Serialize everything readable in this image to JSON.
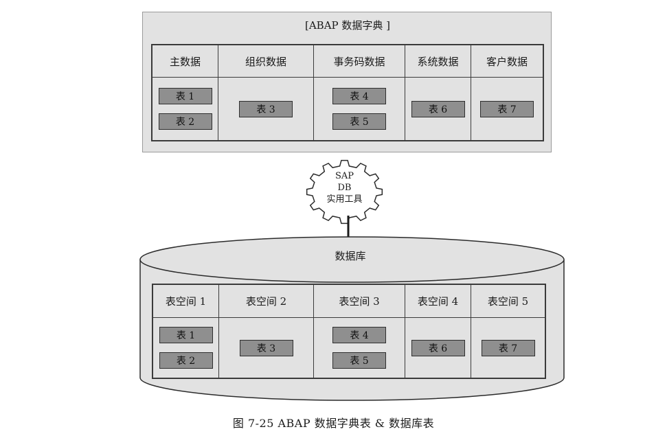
{
  "dictionary": {
    "title": "[ABAP 数据字典 ]",
    "columns": [
      {
        "header": "主数据",
        "tables": [
          "表 1",
          "表 2"
        ]
      },
      {
        "header": "组织数据",
        "tables": [
          "表 3"
        ]
      },
      {
        "header": "事务码数据",
        "tables": [
          "表 4",
          "表 5"
        ]
      },
      {
        "header": "系统数据",
        "tables": [
          "表 6"
        ]
      },
      {
        "header": "客户数据",
        "tables": [
          "表 7"
        ]
      }
    ]
  },
  "utility": {
    "line1": "SAP",
    "line2": "DB",
    "line3": "实用工具"
  },
  "database": {
    "label": "数据库",
    "columns": [
      {
        "header": "表空间 1",
        "tables": [
          "表 1",
          "表 2"
        ]
      },
      {
        "header": "表空间 2",
        "tables": [
          "表 3"
        ]
      },
      {
        "header": "表空间 3",
        "tables": [
          "表 4",
          "表 5"
        ]
      },
      {
        "header": "表空间 4",
        "tables": [
          "表 6"
        ]
      },
      {
        "header": "表空间 5",
        "tables": [
          "表 7"
        ]
      }
    ]
  },
  "caption": "图 7-25   ABAP 数据字典表 & 数据库表",
  "colors": {
    "panel": "#e2e2e2",
    "table_box": "#8f8f8f",
    "border": "#3a3a3a"
  }
}
